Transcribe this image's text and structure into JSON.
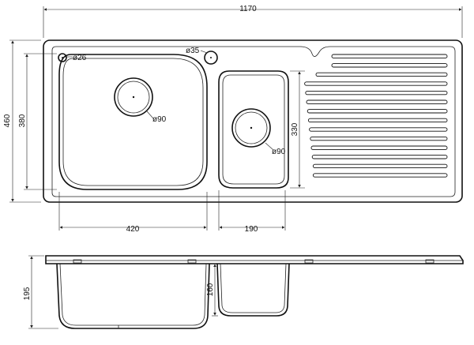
{
  "dimensions": {
    "overall_width": "1170",
    "overall_height": "460",
    "bowl_height": "380",
    "small_bowl_height": "330",
    "big_bowl_width": "420",
    "small_bowl_width": "190",
    "big_bowl_depth": "195",
    "small_bowl_depth": "160"
  },
  "holes": {
    "tap_hole_small": "ø26",
    "tap_hole_large": "ø35",
    "waste_big": "ø90",
    "waste_small": "ø90"
  },
  "drainer_groove_count": 14
}
